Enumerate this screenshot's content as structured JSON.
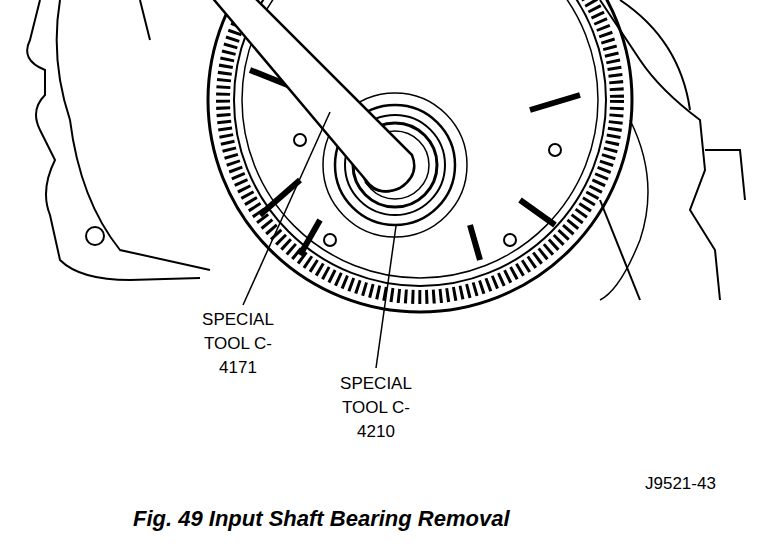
{
  "diagram": {
    "caption": "Fig. 49 Input Shaft Bearing Removal",
    "labels": [
      "SPECIAL TOOL C-4171",
      "SPECIAL TOOL C-4210",
      "J9521-43"
    ]
  }
}
